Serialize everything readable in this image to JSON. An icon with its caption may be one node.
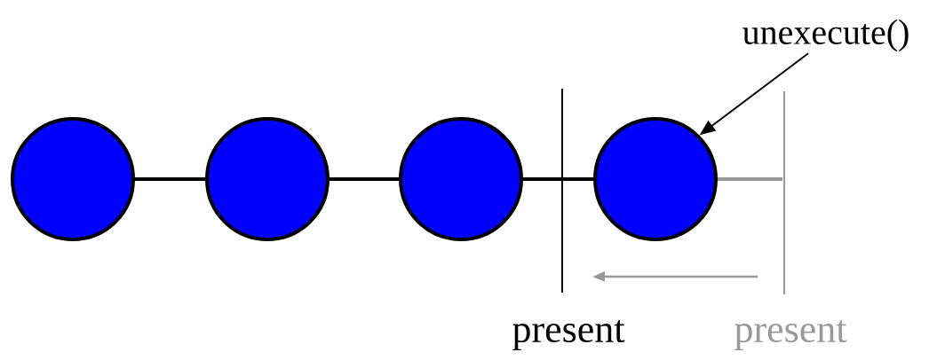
{
  "diagram": {
    "nodes": [
      {
        "text": [],
        "shape": "circle"
      },
      {
        "text": [],
        "shape": "circle"
      },
      {
        "text": [],
        "shape": "circle"
      },
      {
        "text": [],
        "shape": "circle"
      },
      {
        "text": [
          "unexecute()"
        ]
      }
    ],
    "edges": [
      {
        "from": 0,
        "to": 1,
        "arrow": "none"
      },
      {
        "from": 1,
        "to": 2,
        "arrow": "none"
      },
      {
        "from": 2,
        "to": 3,
        "arrow": "none"
      },
      {
        "from": 3,
        "to": null,
        "arrow": "none",
        "color": "#999999"
      },
      {
        "from": 4,
        "to": 3,
        "arrow": "to"
      }
    ],
    "labels": [
      "present",
      "present"
    ]
  }
}
